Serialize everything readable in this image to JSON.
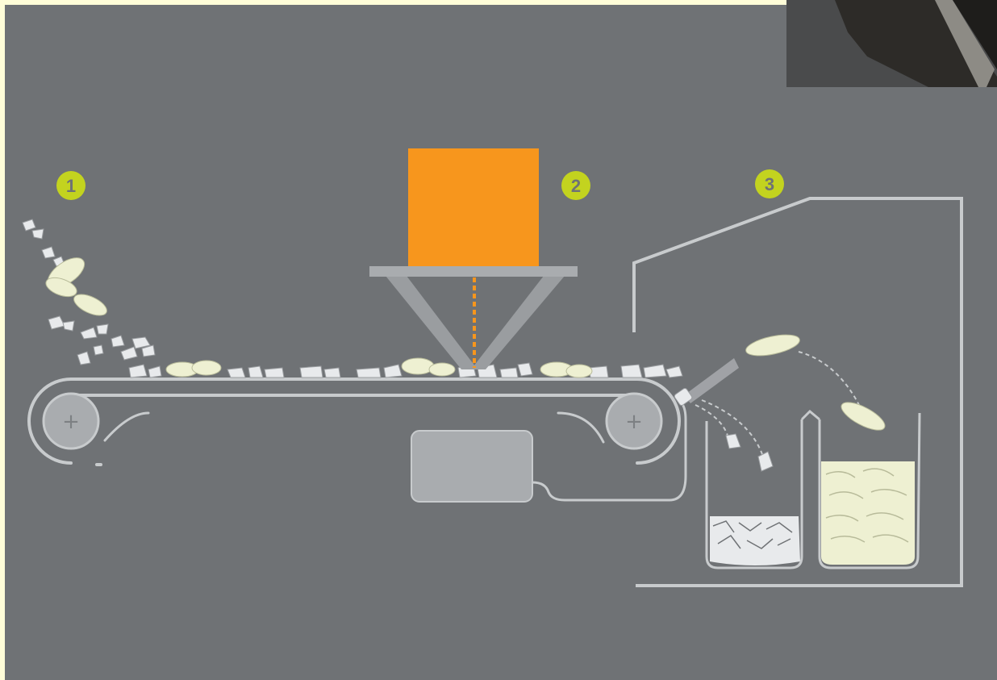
{
  "colors": {
    "background": "#6f7275",
    "frame": "#fffdd8",
    "line": "#c8cbcd",
    "machine_gray": "#a9acaf",
    "sensor_orange": "#f7961d",
    "badge_green": "#c3d31f",
    "badge_text": "#6f7275",
    "kernel_cream": "#eef0d2",
    "shell_white": "#e8eaec"
  },
  "steps": {
    "step1": {
      "number": "1"
    },
    "step2": {
      "number": "2"
    },
    "step3": {
      "number": "3"
    }
  },
  "icons": {
    "roller_symbol": "+",
    "corner_photo": "dark-machine-photo"
  }
}
